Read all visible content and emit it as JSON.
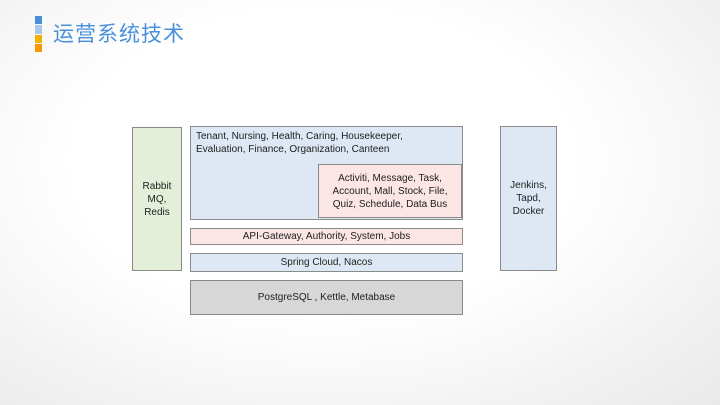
{
  "header": {
    "title": "运营系统技术",
    "title_color": "#4a90d9",
    "logo_colors": [
      "#4a90d9",
      "#a9c7e8",
      "#f0b400",
      "#f39800"
    ]
  },
  "diagram": {
    "message_queue": "Rabbit\nMQ,\nRedis",
    "business_apps": "Tenant, Nursing, Health, Caring, Housekeeper,\nEvaluation, Finance, Organization, Canteen",
    "common_services": "Activiti, Message, Task,\nAccount, Mall, Stock, File,\nQuiz, Schedule, Data Bus",
    "gateway_layer": "API-Gateway, Authority, System, Jobs",
    "framework_layer": "Spring Cloud,  Nacos",
    "data_layer": "PostgreSQL , Kettle, Metabase",
    "devops": "Jenkins,\nTapd,\nDocker"
  }
}
